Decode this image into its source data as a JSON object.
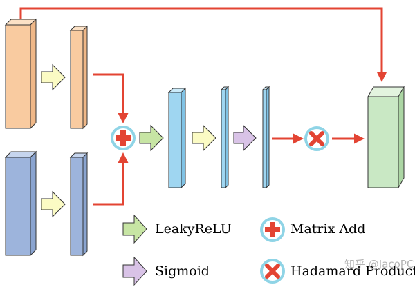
{
  "colors": {
    "orange_face": "#f9cba0",
    "orange_side": "#fbe1c6",
    "blue_face": "#9db4dc",
    "blue_side": "#c6d5ee",
    "cyan_face": "#9fd6f1",
    "cyan_side": "#cbebfa",
    "green_face": "#c9e8c4",
    "green_side": "#e3f4df",
    "arrow_red": "#e34433",
    "leaky_green": "#c7e5a4",
    "sigmoid_purple": "#d9c3e7",
    "yellow_arrow": "#fbfbc4",
    "op_ring": "#8fd4e6"
  },
  "legend": {
    "leaky_relu": "LeakyReLU",
    "sigmoid": "Sigmoid",
    "matrix_add": "Matrix Add",
    "hadamard": "Hadamard Product"
  },
  "watermark": "知乎 @JacoPC",
  "icons": {
    "add": "plus-circle-icon",
    "hadamard": "x-circle-icon",
    "activation": "block-arrow-icon"
  }
}
